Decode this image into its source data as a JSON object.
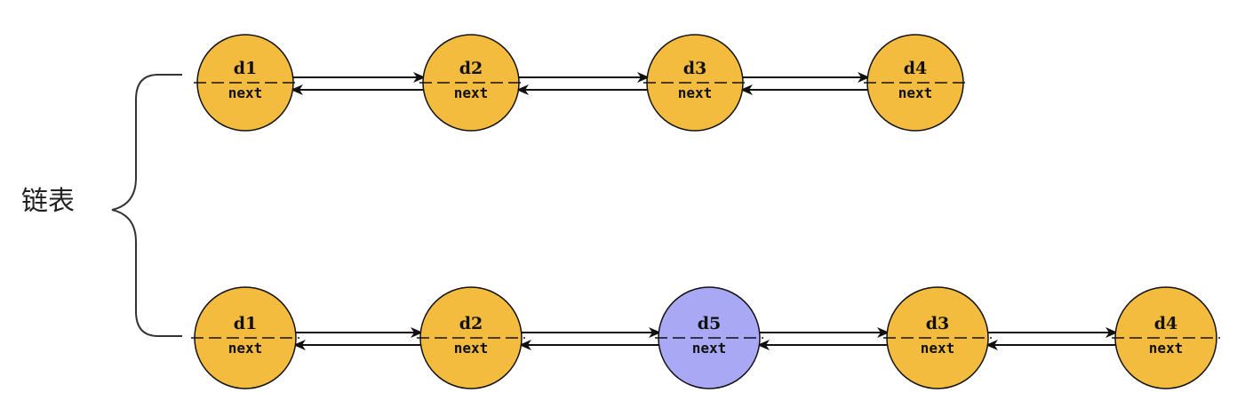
{
  "label": "链表",
  "colors": {
    "node_fill": "#F4BC3E",
    "highlight_fill": "#A9A8F5",
    "stroke": "#111111",
    "brace": "#333333"
  },
  "rows": [
    {
      "nodes": [
        {
          "name": "d1",
          "field": "next"
        },
        {
          "name": "d2",
          "field": "next"
        },
        {
          "name": "d3",
          "field": "next"
        },
        {
          "name": "d4",
          "field": "next"
        }
      ]
    },
    {
      "nodes": [
        {
          "name": "d1",
          "field": "next"
        },
        {
          "name": "d2",
          "field": "next"
        },
        {
          "name": "d5",
          "field": "next",
          "highlight": true
        },
        {
          "name": "d3",
          "field": "next"
        },
        {
          "name": "d4",
          "field": "next"
        }
      ]
    }
  ]
}
